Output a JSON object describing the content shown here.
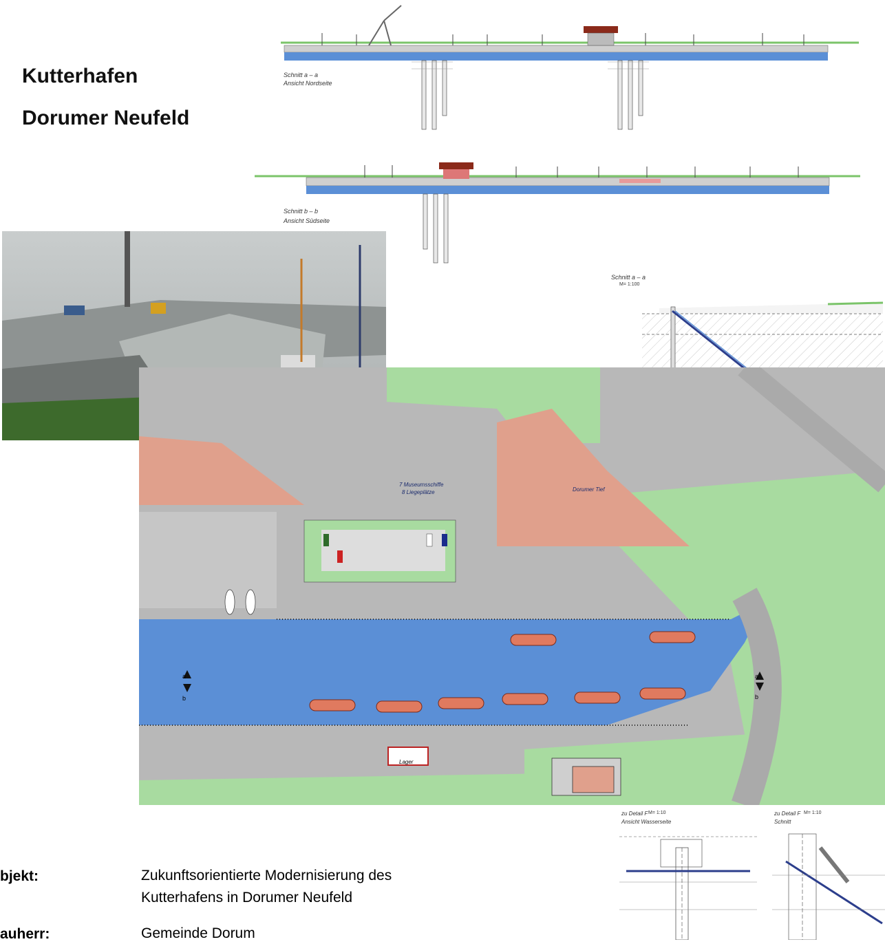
{
  "title": {
    "line1": "Kutterhafen",
    "line2": "Dorumer Neufeld"
  },
  "project": {
    "object_label": "bjekt:",
    "object_value_line1": "Zukunftsorientierte Modernisierung des",
    "object_value_line2": "Kutterhafens in Dorumer Neufeld",
    "client_label": "auherr:",
    "client_value": "Gemeinde Dorum"
  },
  "drawings": {
    "section_a": {
      "label": "Schnitt a – a",
      "sublabel": "Ansicht Nordseite"
    },
    "section_b": {
      "label": "Schnitt b – b",
      "sublabel": "Ansicht Südseite"
    },
    "section_detail": {
      "label": "Schnitt a – a",
      "scale": "M= 1:100"
    },
    "detail_view": {
      "label": "zu Detail F",
      "sublabel": "Ansicht Wasserseite",
      "scale": "M= 1:10"
    },
    "detail_section": {
      "label": "zu Detail F",
      "sublabel": "Schnitt",
      "scale": "M= 1:10"
    }
  },
  "siteplan": {
    "basin_label1": "7 Museumsschiffe",
    "basin_label2": "8 Liegeplätze",
    "basin_label3": "Dorumer Tief",
    "storage_label": "Lager",
    "marker_a": "a",
    "marker_b": "b"
  },
  "colors": {
    "water": "#5b8fd6",
    "land": "#b8b8b8",
    "grass": "#a8dba0",
    "square": "#e0a08c",
    "boat": "#e07a5f",
    "sheet_pile": "#2c3e8c"
  }
}
